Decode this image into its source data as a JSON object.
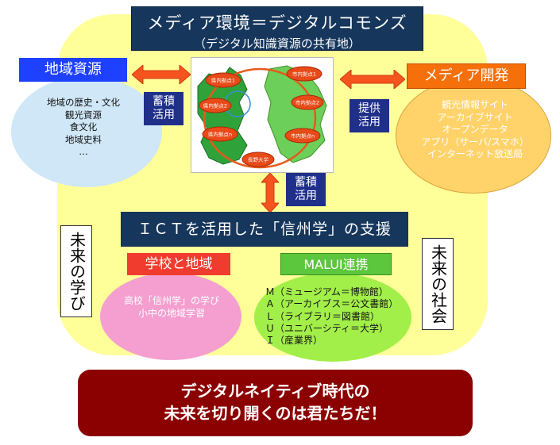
{
  "title": {
    "main": "メディア環境＝デジタルコモンズ",
    "sub": "（デジタル知識資源の共有地）"
  },
  "region_resources": {
    "label": "地域資源",
    "items": [
      "地域の歴史・文化",
      "観光資源",
      "食文化",
      "地域史料",
      "…"
    ]
  },
  "media_dev": {
    "label": "メディア開発",
    "items": [
      "観光情報サイト",
      "アーカイブサイト",
      "オープンデータ",
      "アプリ（サーバ/スマホ）",
      "インターネット放送局"
    ]
  },
  "arrow_labels": {
    "accumulate_use_left": [
      "蓄積",
      "活用"
    ],
    "provide_use": [
      "提供",
      "活用"
    ],
    "accumulate_use_center": [
      "蓄積",
      "活用"
    ]
  },
  "map": {
    "nodes": [
      "県内拠点1",
      "県内拠点2",
      "県内拠点n",
      "市内拠点1",
      "市内拠点2",
      "市内拠点n",
      "長野大学"
    ]
  },
  "ict_support": "ＩＣＴを活用した「信州学」の支援",
  "future_learning": "未来の学び",
  "future_society": "未来の社会",
  "school_region": {
    "label": "学校と地域",
    "items": [
      "高校「信州学」の学び",
      "小中の地域学習"
    ]
  },
  "malui": {
    "label": "MALUI連携",
    "items": [
      "Ｍ（ミュージアム＝博物館）",
      "Ａ（アーカイブス＝公文書館）",
      "Ｌ（ライブラリ＝図書館）",
      "Ｕ（ユニバーシティ＝大学）",
      "Ｉ（産業界）"
    ]
  },
  "slogan": {
    "line1": "デジタルネイティブ時代の",
    "line2": "未来を切り開くのは君たちだ！"
  },
  "colors": {
    "navy": "#16365c",
    "yellow_bg": "#ffff99",
    "blue": "#1e40ff",
    "orange": "#f5700a",
    "red": "#f03c2e",
    "green": "#5cc63c",
    "maroon": "#8b0000"
  }
}
